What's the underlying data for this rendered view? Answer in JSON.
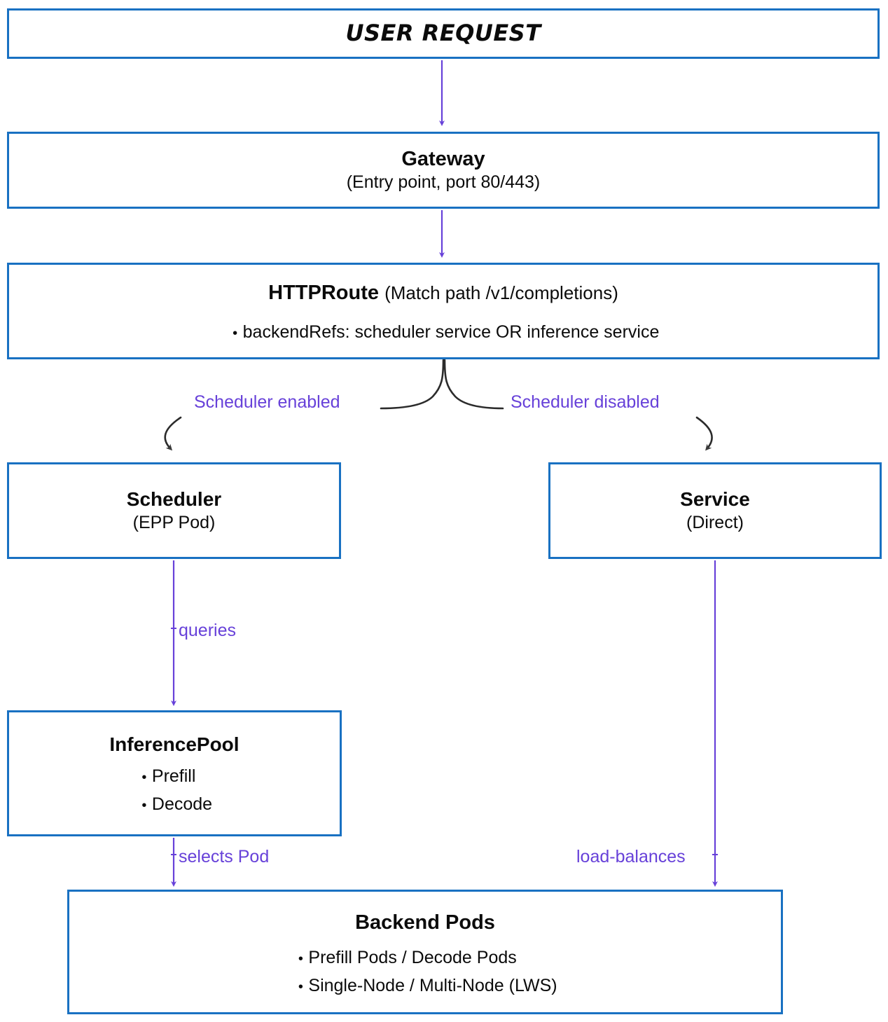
{
  "diagram": {
    "title": "USER REQUEST",
    "accent_box_border": "#1971c2",
    "edge_color": "#6741d9",
    "branch_color": "#2b2b2b",
    "nodes": {
      "user_request": {
        "title": "USER REQUEST"
      },
      "gateway": {
        "title": "Gateway",
        "subtitle": "(Entry point, port 80/443)"
      },
      "httproute": {
        "title": "HTTPRoute",
        "subtitle": "(Match path /v1/completions)",
        "bullets": [
          "backendRefs: scheduler service OR inference service"
        ]
      },
      "scheduler": {
        "title": "Scheduler",
        "subtitle": "(EPP Pod)"
      },
      "service": {
        "title": "Service",
        "subtitle": "(Direct)"
      },
      "inferencepool": {
        "title": "InferencePool",
        "bullets": [
          "Prefill",
          "Decode"
        ]
      },
      "backendpods": {
        "title": "Backend Pods",
        "bullets": [
          "Prefill Pods / Decode Pods",
          "Single-Node / Multi-Node (LWS)"
        ]
      }
    },
    "edges": {
      "scheduler_enabled": "Scheduler enabled",
      "scheduler_disabled": "Scheduler disabled",
      "queries": "queries",
      "selects_pod": "selects Pod",
      "load_balances": "load-balances"
    },
    "bullet_glyph": "•"
  }
}
